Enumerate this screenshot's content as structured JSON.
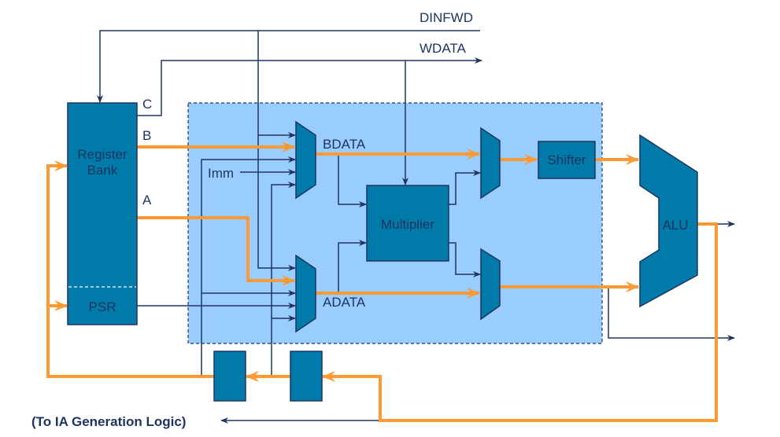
{
  "diagram": {
    "signals": {
      "dinfwd": "DINFWD",
      "wdata": "WDATA",
      "port_c": "C",
      "port_b": "B",
      "port_a": "A",
      "bdata": "BDATA",
      "adata": "ADATA",
      "imm": "Imm"
    },
    "blocks": {
      "register_bank": "Register Bank",
      "register_bank_line1": "Register",
      "register_bank_line2": "Bank",
      "psr": "PSR",
      "multiplier": "Multiplier",
      "shifter": "Shifter",
      "alu": "ALU"
    },
    "footer_note": "(To IA Generation Logic)",
    "colors": {
      "block": "#007aa8",
      "line": "#1f3560",
      "bus": "#ff9933",
      "datapath_region": "#99ccff"
    }
  }
}
